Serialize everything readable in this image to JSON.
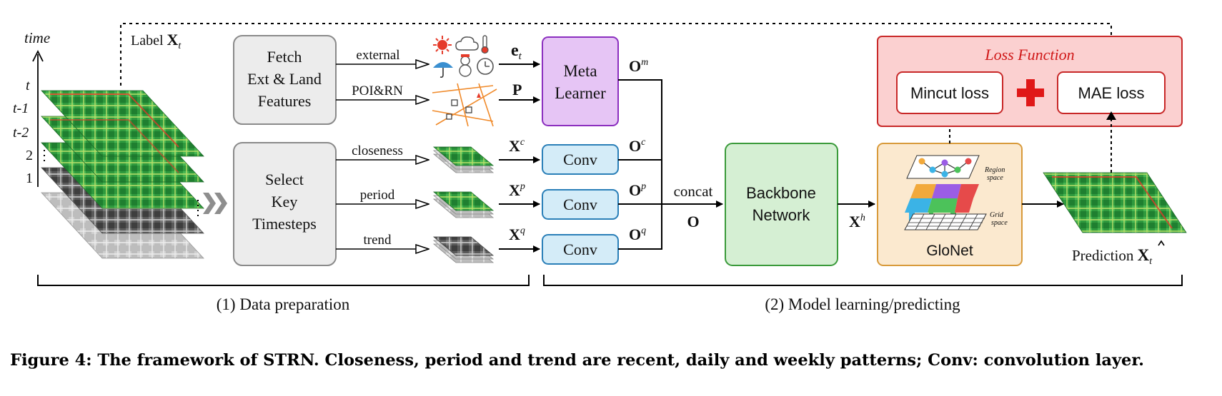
{
  "diagram": {
    "time_axis": {
      "label": "time",
      "ticks": [
        "t",
        "t-1",
        "t-2",
        "2",
        "1"
      ]
    },
    "label_xt": "Label",
    "fetch_box": {
      "lines": [
        "Fetch",
        "Ext & Land",
        "Features"
      ]
    },
    "select_box": {
      "lines": [
        "Select",
        "Key",
        "Timesteps"
      ]
    },
    "branches": {
      "external": "external",
      "poi": "POI&RN",
      "closeness": "closeness",
      "period": "period",
      "trend": "trend"
    },
    "meta_learner": {
      "lines": [
        "Meta",
        "Learner"
      ]
    },
    "conv_label": "Conv",
    "symbols": {
      "e": "e",
      "e_sub": "t",
      "p": "P",
      "x": "X",
      "o": "O",
      "c": "c",
      "p_sup": "p",
      "q": "q",
      "m": "m",
      "h": "h"
    },
    "concat": "concat",
    "backbone": {
      "lines": [
        "Backbone",
        "Network"
      ]
    },
    "glonet": {
      "label": "GloNet",
      "region_space": [
        "Region",
        "space"
      ],
      "grid_space": [
        "Grid",
        "space"
      ]
    },
    "loss": {
      "title": "Loss Function",
      "mincut": "Mincut loss",
      "mae": "MAE loss"
    },
    "prediction": "Prediction",
    "section1": "(1) Data preparation",
    "section2": "(2) Model learning/predicting",
    "colors": {
      "meta_fill": "#e6c5f5",
      "meta_stroke": "#8b2fbf",
      "conv_fill": "#d4ecf8",
      "conv_stroke": "#2a7fb8",
      "backbone_fill": "#d5efd3",
      "backbone_stroke": "#3a9a3a",
      "glonet_fill": "#fbe9cf",
      "glonet_stroke": "#d89a3a",
      "loss_fill": "#fbd0d0",
      "loss_stroke": "#c82828",
      "plus": "#e01818",
      "gray_box": "#ececec"
    }
  },
  "caption": "Figure 4: The framework of STRN. Closeness, period and trend are recent, daily and weekly patterns; Conv: convolution layer."
}
